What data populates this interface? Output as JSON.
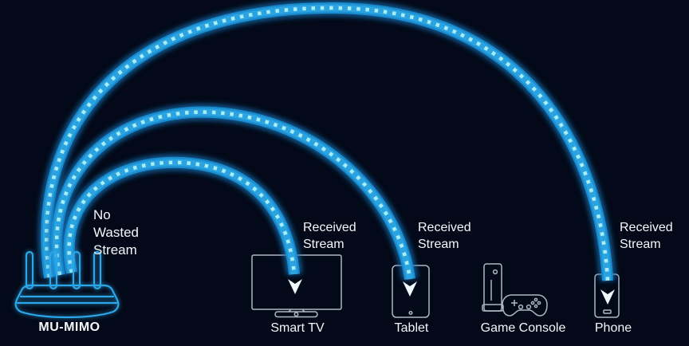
{
  "colors": {
    "background": "#030918",
    "stream_band": "#1b8ed2",
    "stream_core": "#2aa3e0",
    "stream_dash": "#a8ecf5",
    "router_outline": "#2ba6e8",
    "device_outline": "#aeb7c2",
    "arrow": "#eef8fd",
    "text": "#f4f7fa"
  },
  "router": {
    "label": "MU-MIMO",
    "note": "No\nWasted\nStream"
  },
  "devices": [
    {
      "label": "Smart TV",
      "stream_note": "Received\nStream"
    },
    {
      "label": "Tablet",
      "stream_note": "Received\nStream"
    },
    {
      "label": "Game Console"
    },
    {
      "label": "Phone",
      "stream_note": "Received\nStream"
    }
  ]
}
